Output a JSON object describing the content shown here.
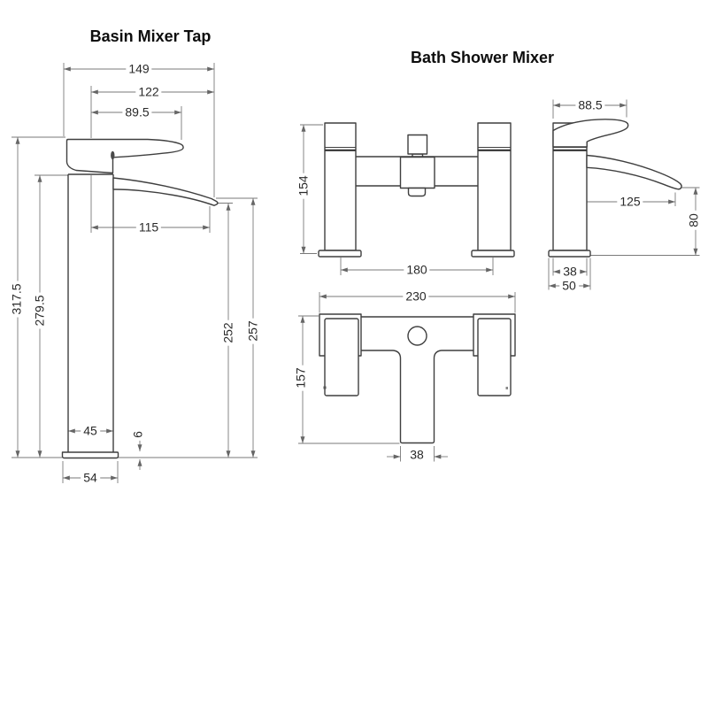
{
  "page": {
    "background": "#ffffff"
  },
  "colors": {
    "outline": "#3f3f3f",
    "dimension_line": "#7a7a7a",
    "dimension_text": "#2a2a2a",
    "title_text": "#0d0d0d"
  },
  "basin_mixer": {
    "title": "Basin Mixer Tap",
    "dims": {
      "overall_width": "149",
      "handle_reach": "122",
      "handle_length": "89.5",
      "spout_reach": "115",
      "overall_height": "317.5",
      "body_height": "279.5",
      "spout_tip_height": "252",
      "spout_top_height": "257",
      "body_width": "45",
      "base_height": "6",
      "base_width": "54"
    }
  },
  "bath_shower_mixer": {
    "title": "Bath Shower Mixer",
    "front": {
      "height": "154",
      "tap_centres": "180"
    },
    "side": {
      "handle_reach": "88.5",
      "spout_reach": "125",
      "spout_height": "80",
      "body_width": "38",
      "base_width": "50"
    },
    "top": {
      "overall_width": "230",
      "overall_depth": "157",
      "spout_body_width": "38"
    }
  }
}
